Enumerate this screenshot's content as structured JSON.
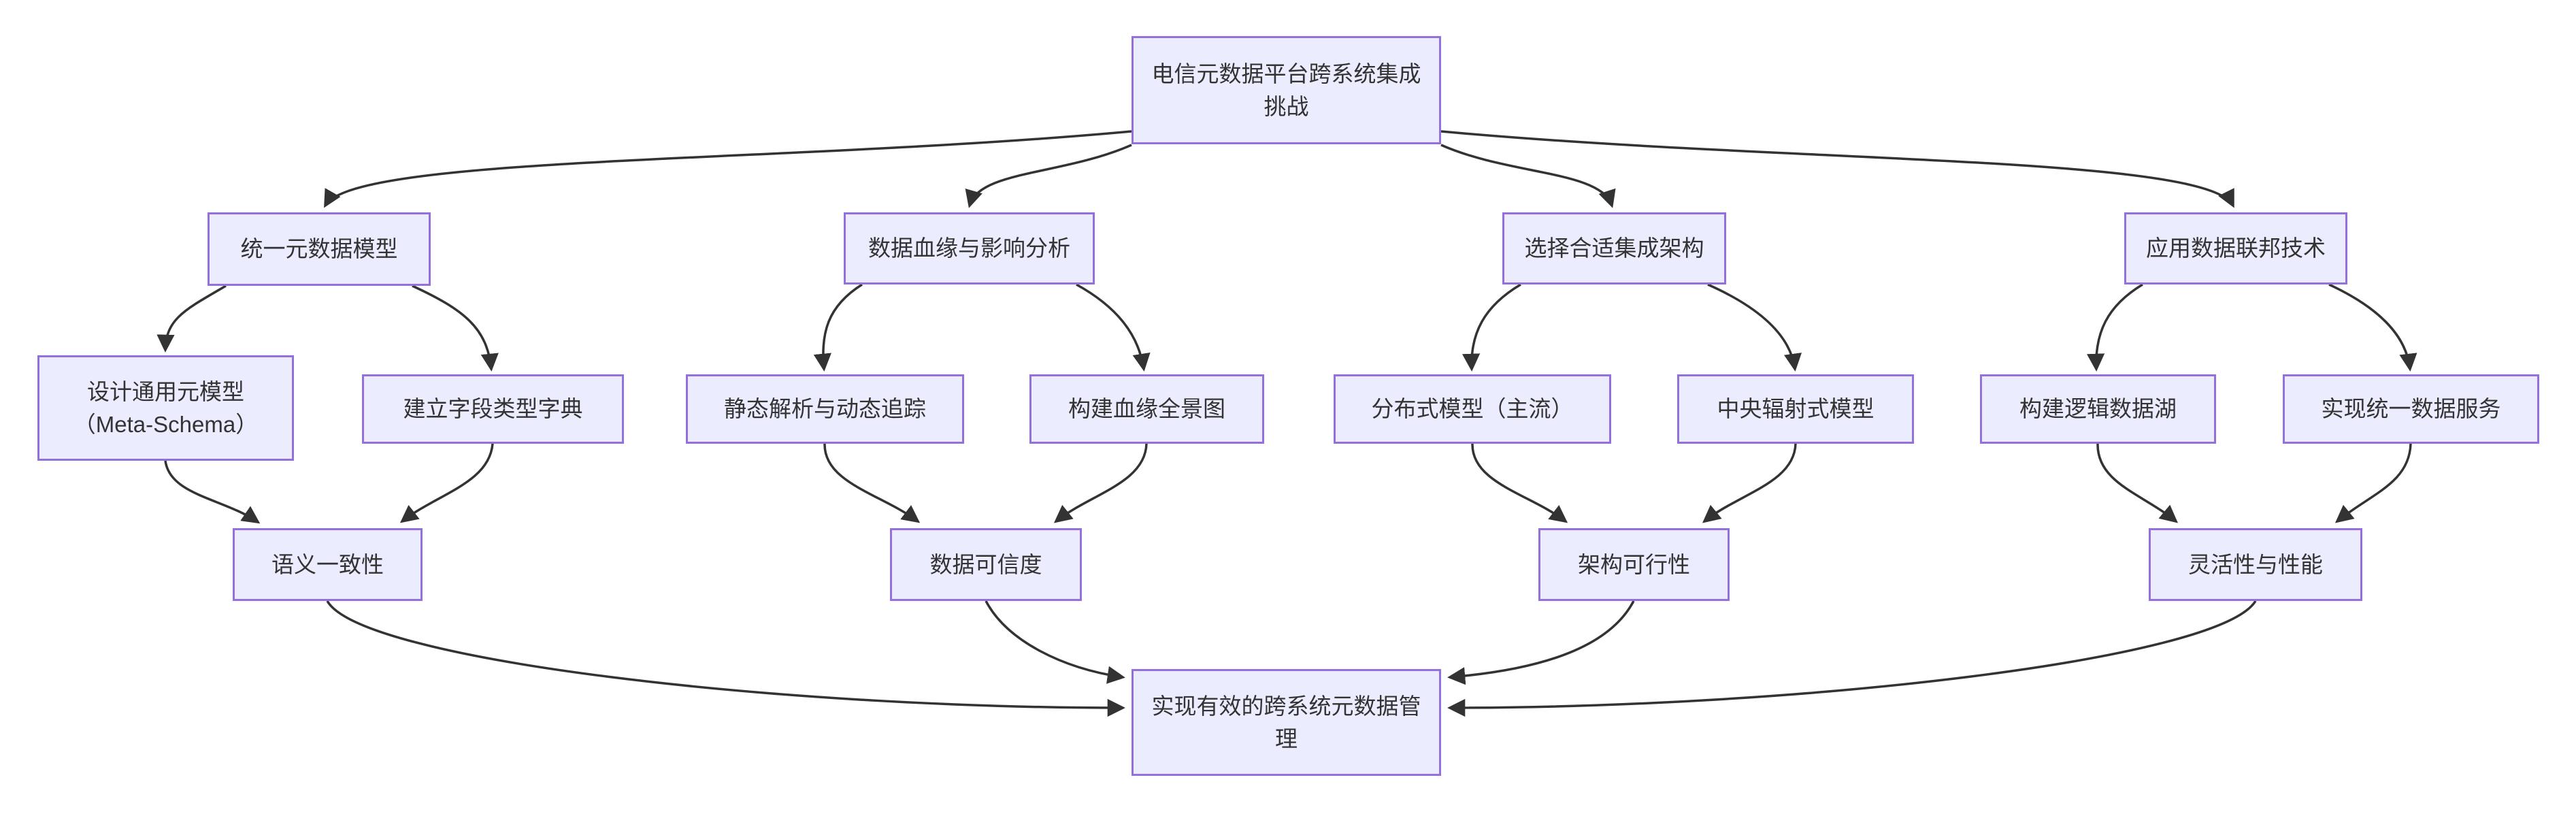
{
  "diagram": {
    "type": "flowchart",
    "title_node": "电信元数据平台跨系统集成挑战",
    "goal_node": "实现有效的跨系统元数据管理",
    "branches": [
      {
        "topic": "统一元数据模型",
        "children": [
          "设计通用元模型（Meta-Schema）",
          "建立字段类型字典"
        ],
        "outcome": "语义一致性"
      },
      {
        "topic": "数据血缘与影响分析",
        "children": [
          "静态解析与动态追踪",
          "构建血缘全景图"
        ],
        "outcome": "数据可信度"
      },
      {
        "topic": "选择合适集成架构",
        "children": [
          "分布式模型（主流）",
          "中央辐射式模型"
        ],
        "outcome": "架构可行性"
      },
      {
        "topic": "应用数据联邦技术",
        "children": [
          "构建逻辑数据湖",
          "实现统一数据服务"
        ],
        "outcome": "灵活性与性能"
      }
    ],
    "edges": [
      {
        "from": "电信元数据平台跨系统集成挑战",
        "to": "统一元数据模型"
      },
      {
        "from": "电信元数据平台跨系统集成挑战",
        "to": "数据血缘与影响分析"
      },
      {
        "from": "电信元数据平台跨系统集成挑战",
        "to": "选择合适集成架构"
      },
      {
        "from": "电信元数据平台跨系统集成挑战",
        "to": "应用数据联邦技术"
      },
      {
        "from": "统一元数据模型",
        "to": "设计通用元模型（Meta-Schema）"
      },
      {
        "from": "统一元数据模型",
        "to": "建立字段类型字典"
      },
      {
        "from": "设计通用元模型（Meta-Schema）",
        "to": "语义一致性"
      },
      {
        "from": "建立字段类型字典",
        "to": "语义一致性"
      },
      {
        "from": "数据血缘与影响分析",
        "to": "静态解析与动态追踪"
      },
      {
        "from": "数据血缘与影响分析",
        "to": "构建血缘全景图"
      },
      {
        "from": "静态解析与动态追踪",
        "to": "数据可信度"
      },
      {
        "from": "构建血缘全景图",
        "to": "数据可信度"
      },
      {
        "from": "选择合适集成架构",
        "to": "分布式模型（主流）"
      },
      {
        "from": "选择合适集成架构",
        "to": "中央辐射式模型"
      },
      {
        "from": "分布式模型（主流）",
        "to": "架构可行性"
      },
      {
        "from": "中央辐射式模型",
        "to": "架构可行性"
      },
      {
        "from": "应用数据联邦技术",
        "to": "构建逻辑数据湖"
      },
      {
        "from": "应用数据联邦技术",
        "to": "实现统一数据服务"
      },
      {
        "from": "构建逻辑数据湖",
        "to": "灵活性与性能"
      },
      {
        "from": "实现统一数据服务",
        "to": "灵活性与性能"
      },
      {
        "from": "语义一致性",
        "to": "实现有效的跨系统元数据管理"
      },
      {
        "from": "数据可信度",
        "to": "实现有效的跨系统元数据管理"
      },
      {
        "from": "架构可行性",
        "to": "实现有效的跨系统元数据管理"
      },
      {
        "from": "灵活性与性能",
        "to": "实现有效的跨系统元数据管理"
      }
    ],
    "colors": {
      "node_fill": "#ECECFF",
      "node_border": "#9370DB",
      "edge": "#333333",
      "text": "#333333",
      "background": "#FFFFFF"
    }
  }
}
